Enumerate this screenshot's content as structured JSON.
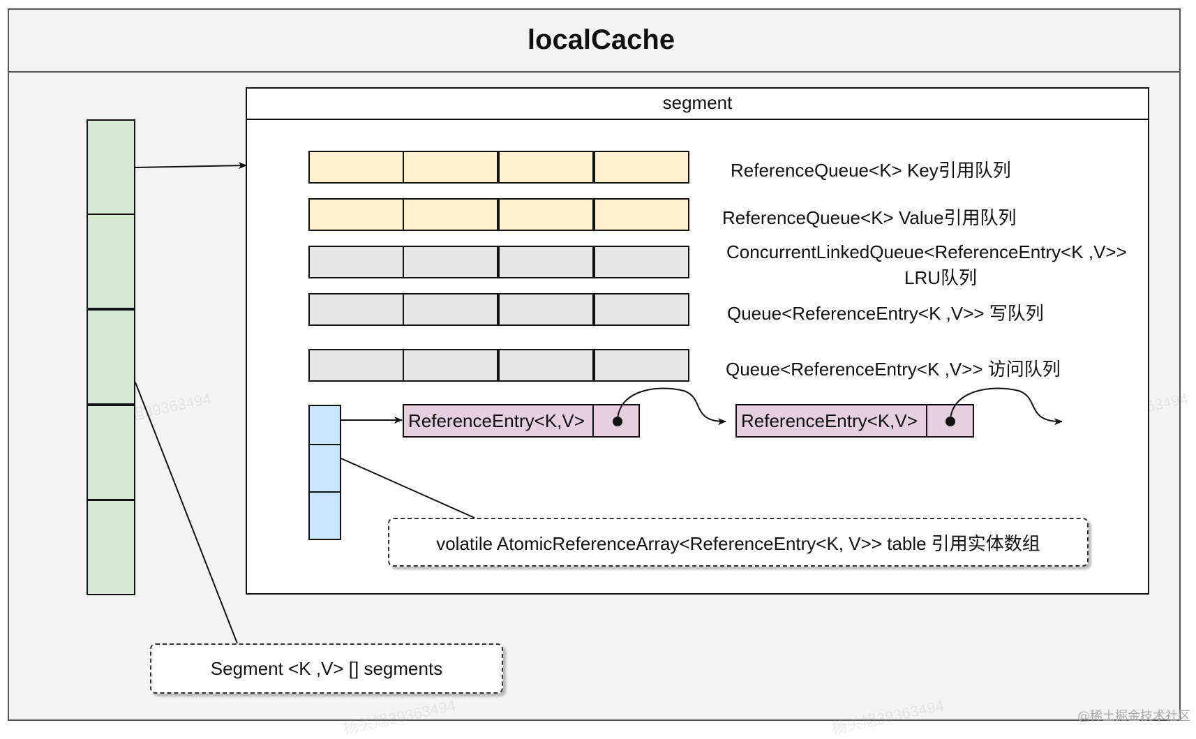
{
  "title": "localCache",
  "segment": {
    "title": "segment"
  },
  "segments_array": {
    "cell_count": 5,
    "label": "Segment <K ,V> []  segments",
    "fill": "#d5e8d4"
  },
  "queues": [
    {
      "label": "ReferenceQueue<K>  Key引用队列",
      "fill": "#fff2cc"
    },
    {
      "label": "ReferenceQueue<K>  Value引用队列",
      "fill": "#fff2cc"
    },
    {
      "label": "ConcurrentLinkedQueue<ReferenceEntry<K ,V>>",
      "label_line2": "LRU队列",
      "fill": "#e6e6e6"
    },
    {
      "label": "Queue<ReferenceEntry<K ,V>>  写队列",
      "fill": "#e6e6e6"
    },
    {
      "label": "Queue<ReferenceEntry<K ,V>>  访问队列",
      "fill": "#e6e6e6"
    }
  ],
  "table": {
    "cell_count": 3,
    "label": "volatile AtomicReferenceArray<ReferenceEntry<K, V>>  table  引用实体数组",
    "fill": "#cce5ff"
  },
  "entries": [
    {
      "label": "ReferenceEntry<K,V>"
    },
    {
      "label": "ReferenceEntry<K,V>"
    }
  ],
  "entry_fill": "#e6d0de",
  "watermark": "杨关旭39363494",
  "credit": "@稀土掘金技术社区"
}
